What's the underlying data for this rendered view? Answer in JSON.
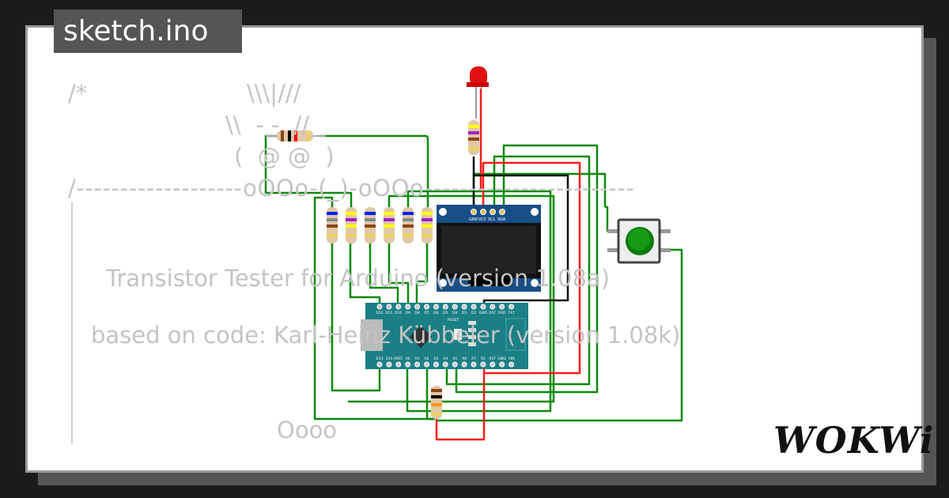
{
  "tab_title": "sketch.ino",
  "code_lines": {
    "l1a": "/*",
    "l1b": "\\\\\\|///",
    "l2": "\\\\  - -  //",
    "l3": "(  @ @  )",
    "l4": "/-------------------oOOo-(_)-oOOo------------------------",
    "l5": "Transistor Tester for Arduino (version 1.08a)",
    "l6": "based on code: Karl-Heinz Kübbeler (version 1.08k)",
    "l7": "Oooo"
  },
  "logo": "WOKWI",
  "arduino": {
    "top_pins": [
      "D12",
      "D11",
      "D10",
      "D9",
      "D8",
      "D7",
      "D6",
      "D5",
      "D4",
      "D3",
      "D2",
      "GND",
      "RST",
      "RXD",
      "TX1"
    ],
    "bottom_pins": [
      "D13",
      "3V3",
      "AREF",
      "A0",
      "A1",
      "A2",
      "A3",
      "A4",
      "A5",
      "A6",
      "A7",
      "5V",
      "RST",
      "GND",
      "VIN"
    ],
    "reset_label": "RESET",
    "led_labels": [
      "TX",
      "RX",
      "ON",
      "L"
    ]
  },
  "oled": {
    "pins": [
      "GND",
      "VCC",
      "SCL",
      "SDA"
    ]
  },
  "colors": {
    "wire_green": "#0a8a0a",
    "wire_red": "#ff1a1a",
    "wire_black": "#111111",
    "board": "#1b7f86",
    "oled": "#184e86",
    "button": "#0a7a0a",
    "led": "#e01010"
  }
}
